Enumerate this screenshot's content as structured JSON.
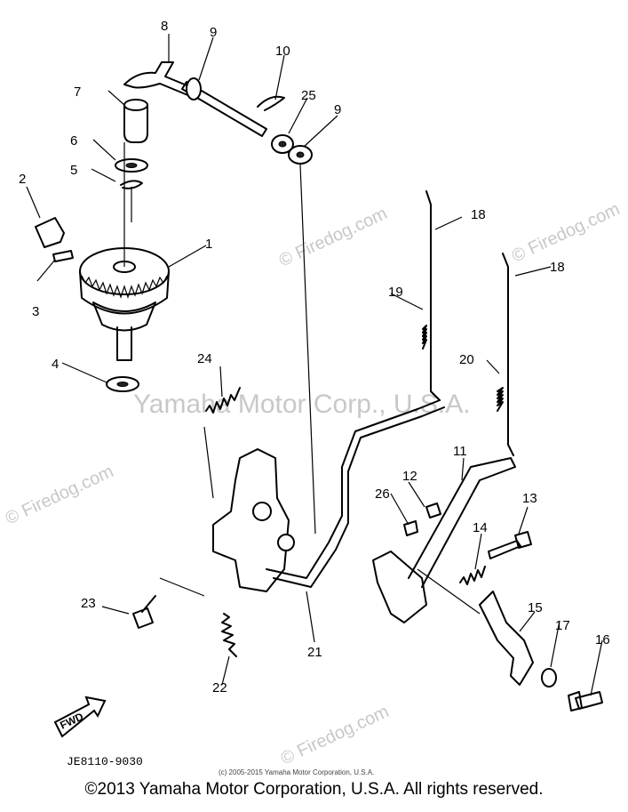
{
  "labels": {
    "l1": "1",
    "l2": "2",
    "l3": "3",
    "l4": "4",
    "l5": "5",
    "l6": "6",
    "l7": "7",
    "l8": "8",
    "l9a": "9",
    "l9b": "9",
    "l10": "10",
    "l11": "11",
    "l12": "12",
    "l13": "13",
    "l14": "14",
    "l15": "15",
    "l16": "16",
    "l17": "17",
    "l18a": "18",
    "l18b": "18",
    "l19": "19",
    "l20": "20",
    "l21": "21",
    "l22": "22",
    "l23": "23",
    "l24": "24",
    "l25": "25",
    "l26": "26"
  },
  "fwd_label": "FWD",
  "drawing_code": "JE8110-9030",
  "small_copyright": "(c) 2005-2015 Yamaha Motor Corporation, U.S.A.",
  "watermarks": {
    "center": "Yamaha Motor Corp., U.S.A.",
    "firedog": "© Firedog.com"
  },
  "copyright": "©2013 Yamaha Motor Corporation, U.S.A. All rights reserved."
}
